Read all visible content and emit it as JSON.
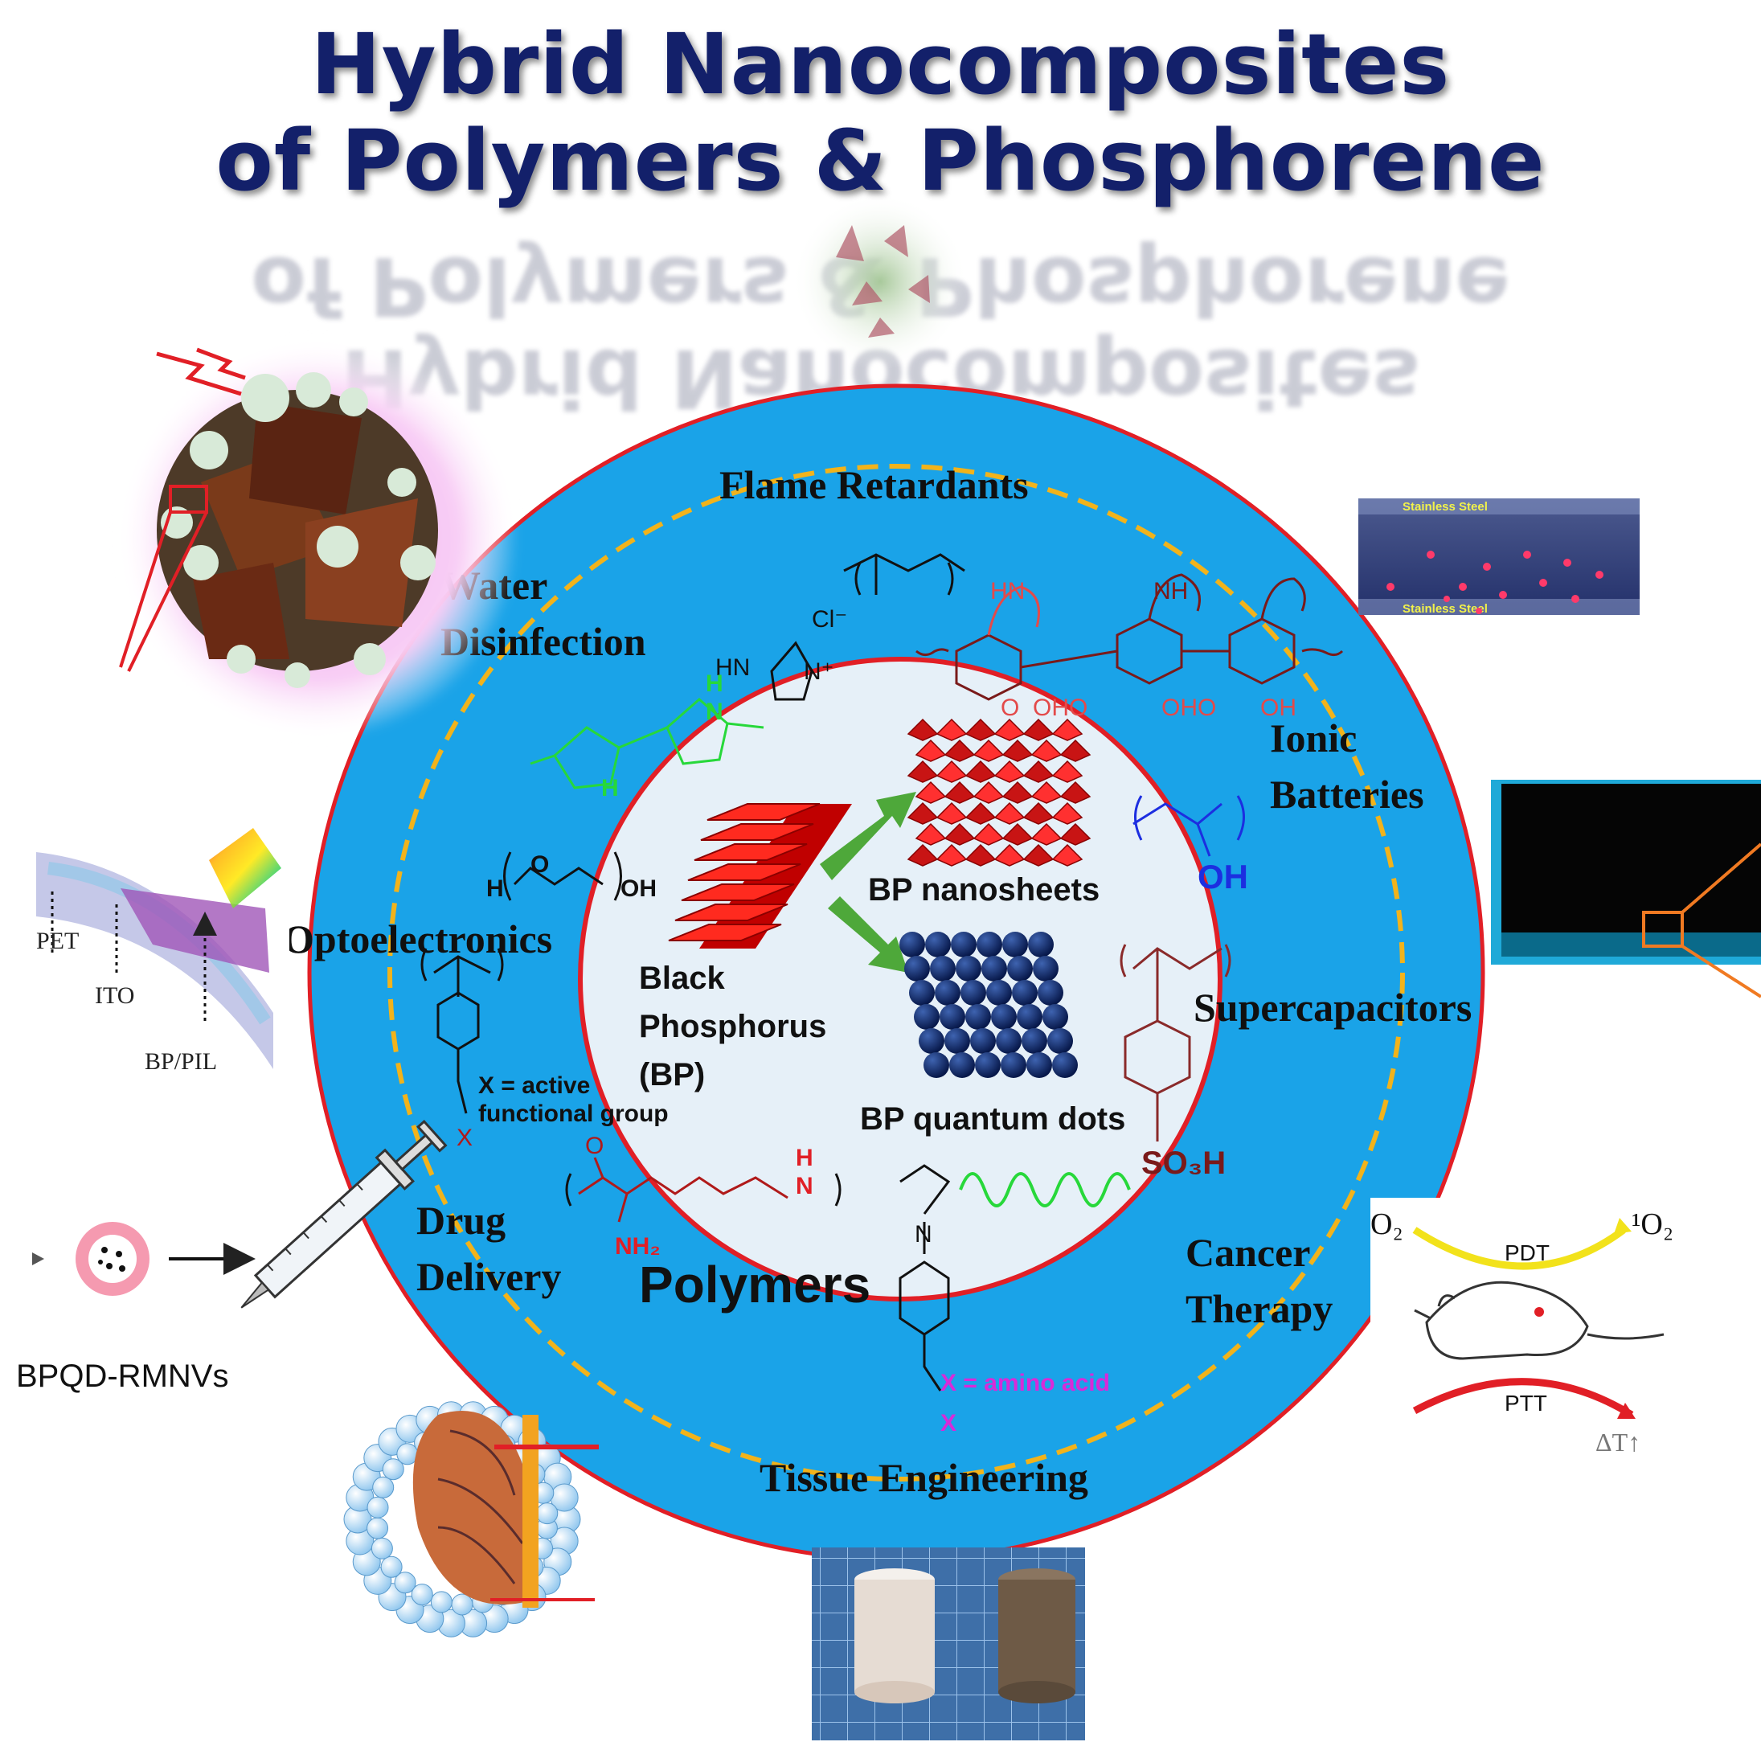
{
  "title": {
    "line1": "Hybrid Nanocomposites",
    "line2": "of Polymers & Phosphorene"
  },
  "applications": {
    "flame": "Flame Retardants",
    "water1": "Water",
    "water2": "Disinfection",
    "ionic1": "Ionic",
    "ionic2": "Batteries",
    "opto": "Optoelectronics",
    "super": "Supercapacitors",
    "drug1": "Drug",
    "drug2": "Delivery",
    "cancer1": "Cancer",
    "cancer2": "Therapy",
    "tissue": "Tissue Engineering"
  },
  "core": {
    "bp1": "Black",
    "bp2": "Phosphorus",
    "bp3": "(BP)",
    "nanosheets": "BP nanosheets",
    "qdots": "BP quantum dots"
  },
  "polymers_label": "Polymers",
  "chem": {
    "cl": "Cl⁻",
    "hn": "HN",
    "n_plus": "N⁺",
    "nh_green": "H",
    "n_green": "N",
    "h_green": "H",
    "peg_h": "H",
    "peg_o": "O",
    "peg_oh": "OH",
    "x_active1": "X = active",
    "x_active2": "functional group",
    "x_small": "X",
    "o_red": "O",
    "nh2": "NH₂",
    "h_red": "H",
    "n_red": "N",
    "n_black": "N",
    "x_amino": "X = amino acid",
    "x_purple": "X",
    "oh_blue": "OH",
    "so3h": "SO₃H",
    "hn_ppy": "HN",
    "nh_ppy": "NH",
    "o_ppy": "O",
    "oh_ppy1": "OHO",
    "oh_ppy2": "OHO",
    "oh_ppy3": "OH"
  },
  "insets": {
    "stainless_top": "Stainless Steel",
    "stainless_bottom": "Stainless Steel",
    "pet": "PET",
    "ito": "ITO",
    "bp_pil": "BP/PIL",
    "bpqd": "BPQD-RMNVs",
    "o2": "O₂",
    "singlet_o2": "¹O₂",
    "pdt": "PDT",
    "ptt": "PTT",
    "delta_t": "ΔT↑"
  },
  "colors": {
    "ring": "#1aa3e8",
    "core": "#e6f0f8",
    "border": "#e11f26",
    "dash": "#f2b31b",
    "title": "#13206a",
    "sheet": "#e8221f",
    "dot": "#0c2a6b",
    "arrow": "#4ea83a"
  }
}
